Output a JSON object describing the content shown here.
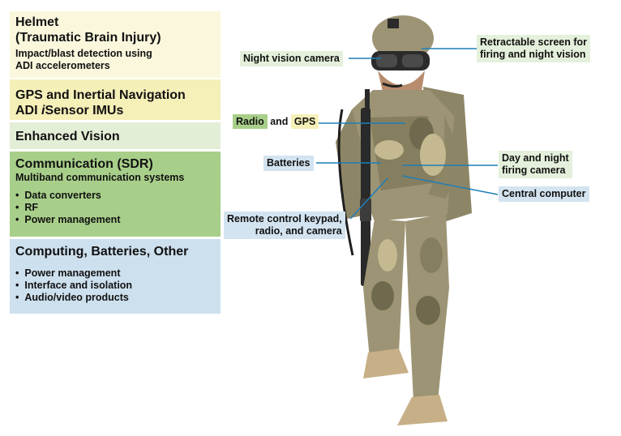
{
  "panels": {
    "helmet": {
      "title_line1": "Helmet",
      "title_line2": "(Traumatic Brain Injury)",
      "sub_line1": "Impact/blast detection using",
      "sub_line2": "ADI accelerometers"
    },
    "gps": {
      "title_line1": "GPS and Inertial Navigation",
      "title_line2_prefix": "ADI ",
      "title_line2_italic": "i",
      "title_line2_suffix": "Sensor IMUs"
    },
    "vision": {
      "title": "Enhanced Vision"
    },
    "communication": {
      "title": "Communication (SDR)",
      "subtitle": "Multiband communication systems",
      "items": [
        "Data converters",
        "RF",
        "Power management"
      ]
    },
    "computing": {
      "title": "Computing, Batteries, Other",
      "items": [
        "Power management",
        "Interface and isolation",
        "Audio/video products"
      ]
    }
  },
  "callouts": {
    "night_vision": "Night vision camera",
    "retractable_line1": "Retractable screen for",
    "retractable_line2": "firing and night vision",
    "radio": "Radio",
    "and": " and ",
    "gps": "GPS",
    "batteries": "Batteries",
    "day_night_line1": "Day and night",
    "day_night_line2": "firing camera",
    "central_computer": "Central computer",
    "remote_line1": "Remote control keypad,",
    "remote_line2": "radio, and camera"
  },
  "colors": {
    "callout_line": "#1d7fb8",
    "camo_base": "#9c9474",
    "camo_dark": "#6f6a4e",
    "camo_light": "#c4b990",
    "boots": "#c7b088",
    "rifle": "#2a2a2a"
  }
}
